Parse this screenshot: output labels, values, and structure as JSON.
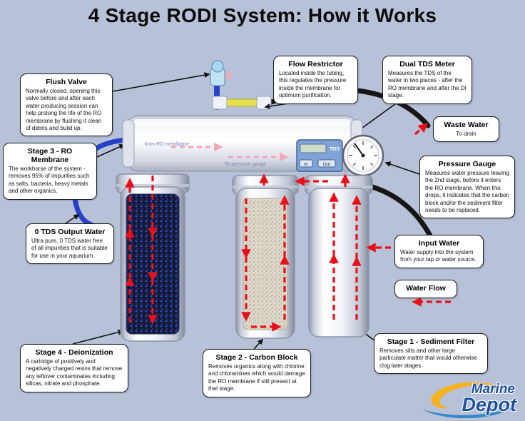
{
  "title": "4 Stage RODI System: How it Works",
  "callouts": {
    "flush_valve": {
      "title": "Flush Valve",
      "body": "Normally closed, opening this valve before and after each water producing session can help prolong the life of the RO membrane by flushing it clean of debris and build up."
    },
    "flow_restrictor": {
      "title": "Flow Restrictor",
      "body": "Located inside the tubing, this regulates the pressure inside the membrane for optimum purification."
    },
    "dual_tds_meter": {
      "title": "Dual TDS Meter",
      "body": "Measures the TDS of the water in two places - after the RO membrane and after the DI stage."
    },
    "waste_water": {
      "title": "Waste Water",
      "body": "To drain"
    },
    "stage3": {
      "title": "Stage 3 - RO Membrane",
      "body": "The workhorse of the system - removes 95% of impurities such as salts, bacteria, heavy metals and other organics."
    },
    "pressure_gauge": {
      "title": "Pressure Gauge",
      "body": "Measures water pressure leaving the 2nd stage, before it enters the RO membrane. When this drops, it indicates that the carbon block and/or the sediment filter needs to be replaced."
    },
    "tds_output": {
      "title": "0 TDS Output Water",
      "body": "Ultra pure, 0 TDS water free of all impurities that is suitable for use in your aquarium."
    },
    "input_water": {
      "title": "Input Water",
      "body": "Water supply into the system from your tap or water source."
    },
    "water_flow": {
      "title": "Water Flow"
    },
    "stage4": {
      "title": "Stage 4 - Deionization",
      "body": "A cartridge of positively and negatively charged resins that remove any leftover contaminates including silicas, nitrate and phosphate."
    },
    "stage2": {
      "title": "Stage 2 - Carbon Block",
      "body": "Removes organics along with chlorine and chloramines which would damage the RO membrane if still present at that stage."
    },
    "stage1": {
      "title": "Stage 1 - Sediment Filter",
      "body": "Removes silts and other large particulate matter that would otherwise clog later stages."
    }
  },
  "diagram_labels": {
    "from_ro_membrane": "from RO membrane",
    "to_pressure_gauge": "To pressure gauge",
    "tds": "TDS",
    "in": "In",
    "out": "Out"
  },
  "logo": {
    "line1": "Marine",
    "line2": "Depot"
  },
  "colors": {
    "background": "#b7c2d8",
    "callout_bg": "#ffffff",
    "flow_arrow_red": "#e8111a",
    "flow_arrow_pink": "#f0a8b6",
    "tube_blue": "#2640c8",
    "tube_black": "#161616",
    "tube_yellow": "#e6e04e",
    "tds_meter_blue": "#7fa3d6",
    "logo_blue": "#1d4fa0",
    "logo_yellow": "#f6b21d"
  }
}
